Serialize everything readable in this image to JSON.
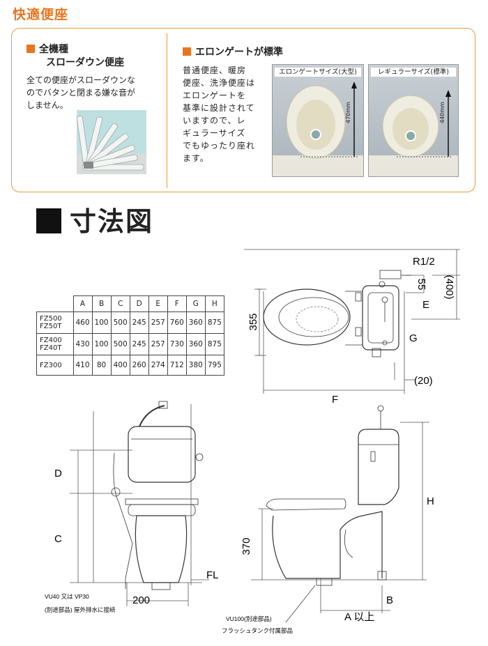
{
  "header": {
    "title": "快適便座"
  },
  "feature1": {
    "heading_line1": "全機種",
    "heading_line2": "スローダウン便座",
    "body": [
      "全ての便座がスローダウンな",
      "のでバタンと閉まる嫌な音が",
      "しません。"
    ]
  },
  "feature2": {
    "heading": "エロンゲートが標準",
    "body": [
      "普通便座、暖房",
      "便座、洗浄便座は",
      "エロンゲートを",
      "基準に設計されて",
      "いますので、レ",
      "ギュラーサイズ",
      "でもゆったり座れ",
      "ます。"
    ],
    "image1": {
      "caption": "エロンゲートサイズ(大型)",
      "measure": "470mm"
    },
    "image2": {
      "caption": "レギュラーサイズ(標準)",
      "measure": "440mm"
    }
  },
  "section": {
    "title": "寸法図"
  },
  "dimension_table": {
    "headers": [
      "A",
      "B",
      "C",
      "D",
      "E",
      "F",
      "G",
      "H"
    ],
    "rows": [
      {
        "model_line1": "FZ500",
        "model_line2": "FZ50T",
        "values": [
          "460",
          "100",
          "500",
          "245",
          "257",
          "760",
          "360",
          "875"
        ]
      },
      {
        "model_line1": "FZ400",
        "model_line2": "FZ40T",
        "values": [
          "430",
          "100",
          "500",
          "245",
          "257",
          "730",
          "360",
          "875"
        ]
      },
      {
        "model_line1": "FZ300",
        "model_line2": "",
        "values": [
          "410",
          "80",
          "400",
          "260",
          "274",
          "712",
          "380",
          "795"
        ]
      }
    ]
  },
  "drawing": {
    "top_view": {
      "label_355": "355",
      "label_r12": "R1/2",
      "label_55": "55",
      "label_400": "(400)",
      "label_e": "E",
      "label_g": "G",
      "label_20": "(20)",
      "label_f": "F"
    },
    "front_view": {
      "label_d": "D",
      "label_c": "C",
      "label_fl": "FL",
      "label_200": "200",
      "note_pipe_line1": "VU40 又は VP30",
      "note_pipe_line2": "(別途部品) 屋外排水に接続"
    },
    "side_view": {
      "label_h": "H",
      "label_370": "370",
      "label_b": "B",
      "label_a": "A 以上",
      "note_flush_line1": "VU100(別途部品)",
      "note_flush_line2": "フラッシュタンク付属部品"
    }
  },
  "colors": {
    "accent": "#e8761e",
    "panel_border": "#e89a3c"
  }
}
